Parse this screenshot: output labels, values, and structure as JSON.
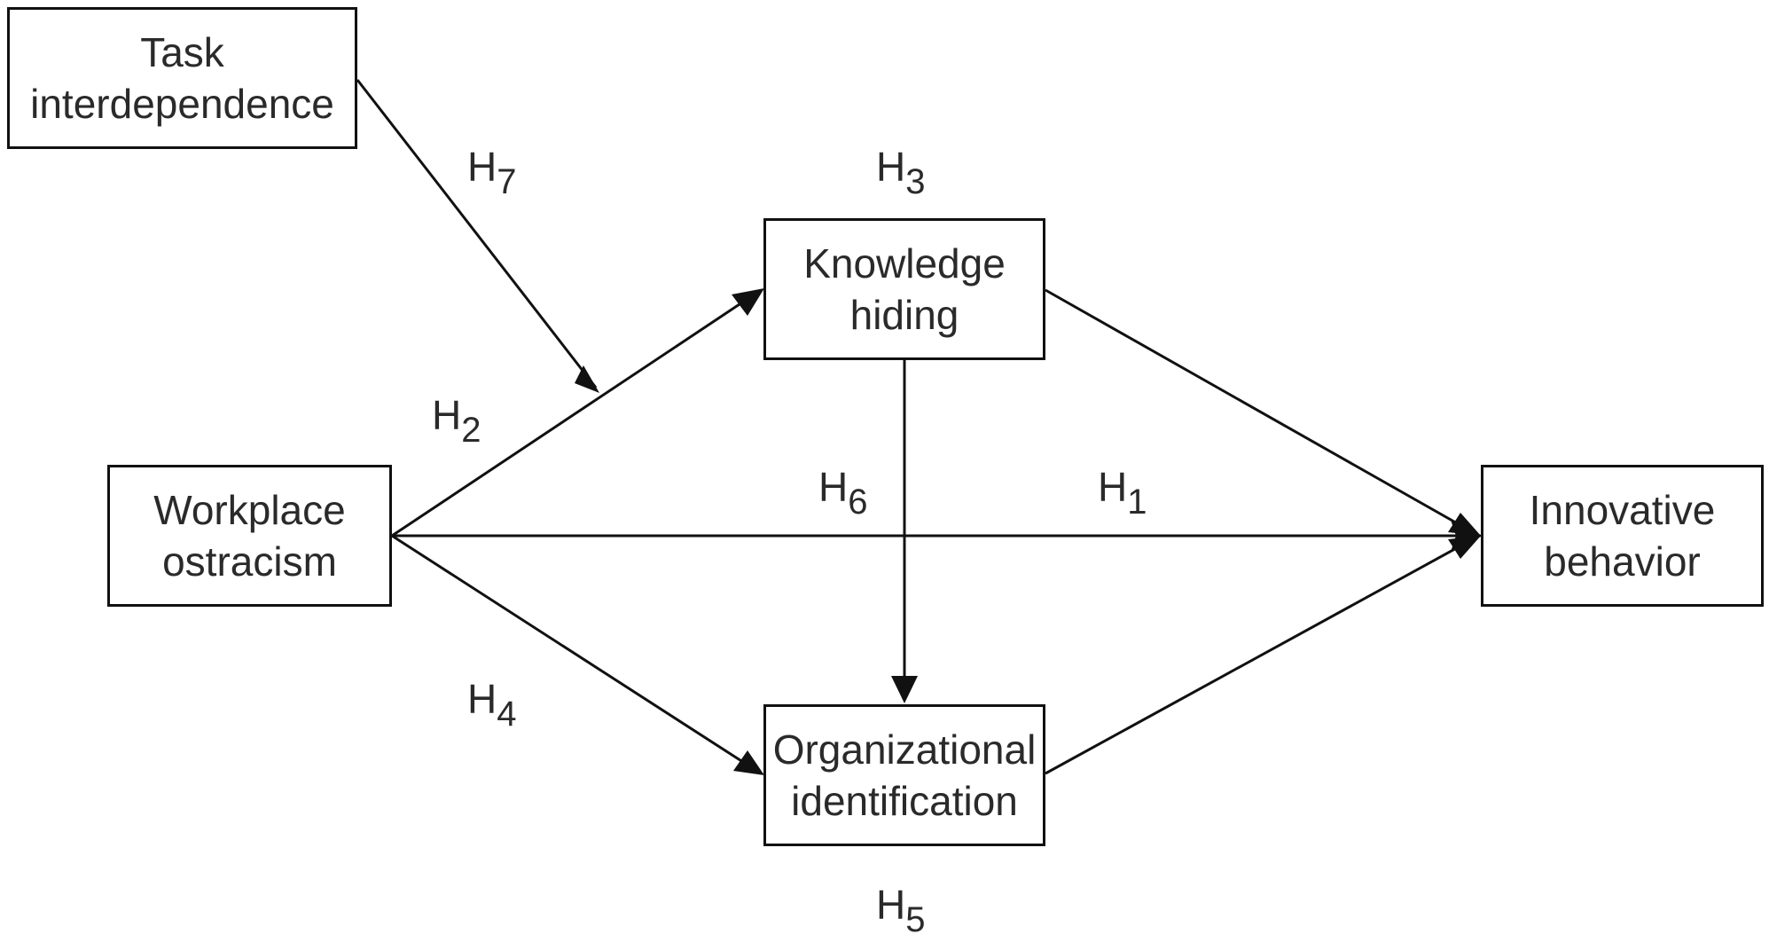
{
  "nodes": {
    "task": "Task\ninterdependence",
    "knowledge": "Knowledge\nhiding",
    "workplace": "Workplace\nostracism",
    "organizational": "Organizational\nidentification",
    "innovative": "Innovative\nbehavior"
  },
  "hypotheses": {
    "h1": {
      "letter": "H",
      "num": "1"
    },
    "h2": {
      "letter": "H",
      "num": "2"
    },
    "h3": {
      "letter": "H",
      "num": "3"
    },
    "h4": {
      "letter": "H",
      "num": "4"
    },
    "h5": {
      "letter": "H",
      "num": "5"
    },
    "h6": {
      "letter": "H",
      "num": "6"
    },
    "h7": {
      "letter": "H",
      "num": "7"
    }
  },
  "colors": {
    "line": "#111111",
    "text": "#2a2a2a",
    "background": "#ffffff"
  }
}
